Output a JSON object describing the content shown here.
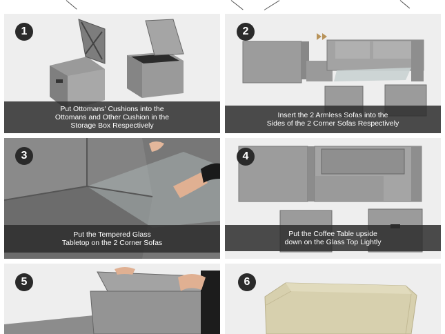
{
  "steps": [
    {
      "number": "1",
      "caption_lines": [
        "Put Ottomans' Cushions into the",
        "Ottomans and Other Cushion in the",
        "Storage Box Respectively"
      ]
    },
    {
      "number": "2",
      "caption_lines": [
        "Insert the 2 Armless Sofas into the",
        "Sides of the 2 Corner Sofas Respectively"
      ]
    },
    {
      "number": "3",
      "caption_lines": [
        "Put the Tempered Glass",
        "Tabletop on the 2 Corner Sofas"
      ]
    },
    {
      "number": "4",
      "caption_lines": [
        "Put the Coffee Table upside",
        "down on the Glass Top Lightly"
      ]
    },
    {
      "number": "5",
      "caption_lines": []
    },
    {
      "number": "6",
      "caption_lines": []
    }
  ],
  "colors": {
    "caption_bg": "#2d2d2d",
    "badge_bg": "#2a2a2a",
    "arrow": "#b8935a",
    "wicker": "#8a8a8a",
    "cover": "#d7d0ae"
  }
}
